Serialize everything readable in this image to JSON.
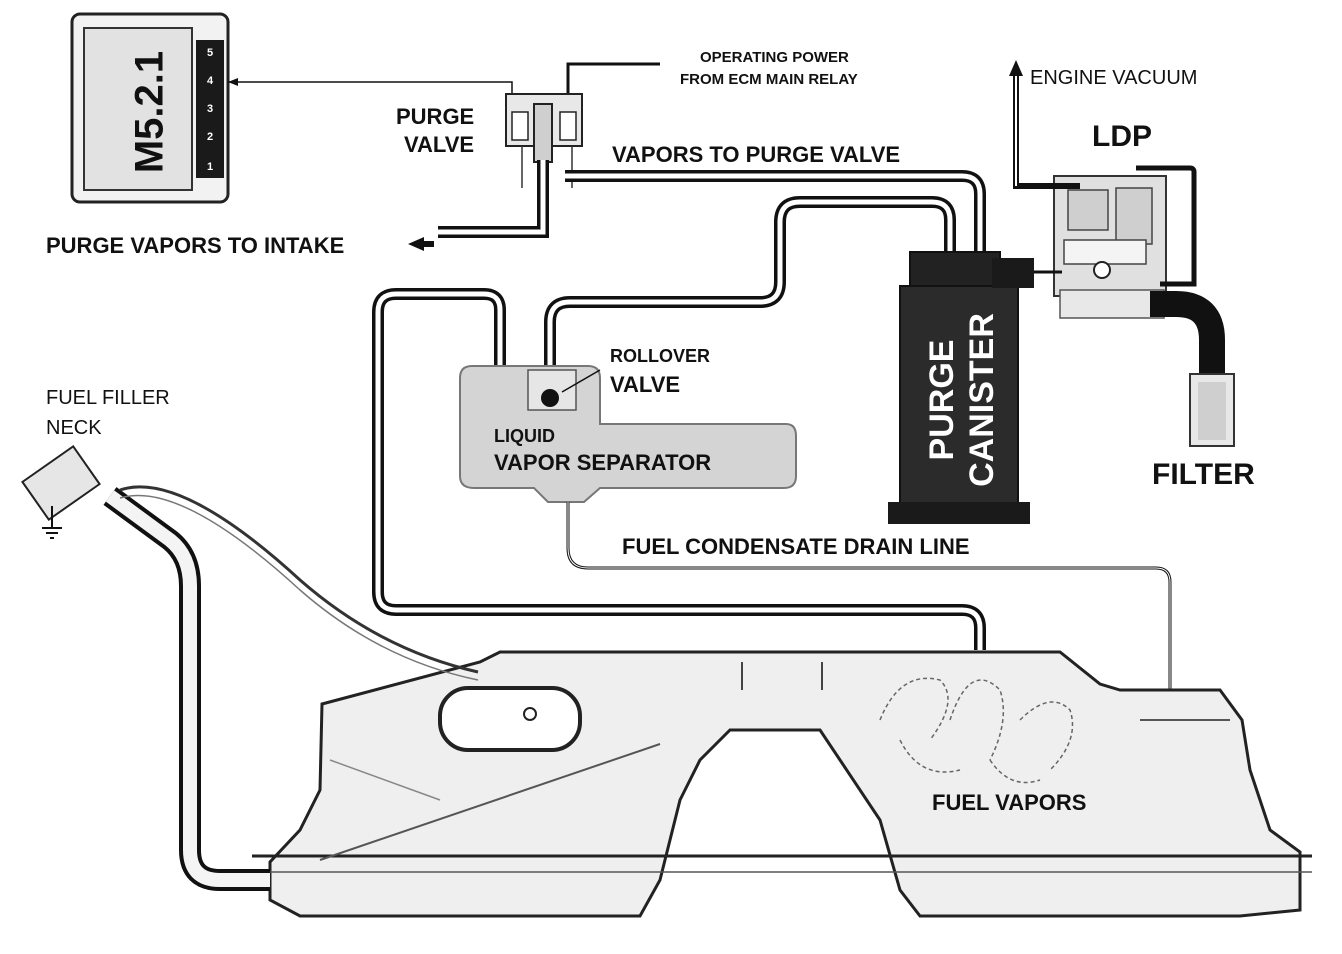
{
  "labels": {
    "ecm": "M5.2.1",
    "ecm_pins": [
      "1",
      "2",
      "3",
      "4",
      "5"
    ],
    "operating_power_line1": "OPERATING POWER",
    "operating_power_line2": "FROM ECM MAIN RELAY",
    "purge_valve_line1": "PURGE",
    "purge_valve_line2": "VALVE",
    "engine_vacuum": "ENGINE VACUUM",
    "ldp": "LDP",
    "vapors_to_purge_valve": "VAPORS TO PURGE VALVE",
    "purge_vapors_to_intake": "PURGE VAPORS TO INTAKE",
    "rollover_line1": "ROLLOVER",
    "rollover_line2": "VALVE",
    "liquid": "LIQUID",
    "vapor_separator": "VAPOR SEPARATOR",
    "purge_canister_line1": "PURGE",
    "purge_canister_line2": "CANISTER",
    "filter": "FILTER",
    "fuel_filler_line1": "FUEL FILLER",
    "fuel_filler_line2": "NECK",
    "fuel_condensate": "FUEL CONDENSATE DRAIN LINE",
    "fuel_vapors": "FUEL VAPORS"
  },
  "colors": {
    "ink": "#111111",
    "canister": "#2b2b2b",
    "separator": "#d4d4d4",
    "tank": "#efefef",
    "ecm_body": "#e6e6e6"
  }
}
